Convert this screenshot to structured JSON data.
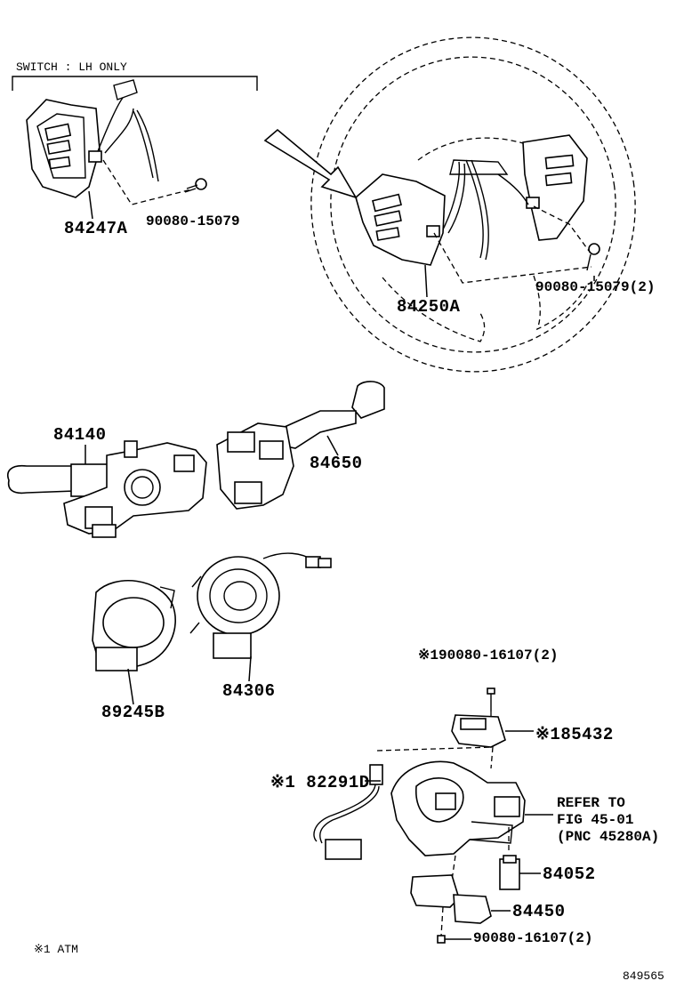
{
  "labels": {
    "switch_note": "SWITCH : LH ONLY",
    "p84247A": "84247A",
    "p90080_15079": "90080-15079",
    "p84250A": "84250A",
    "p90080_15079_2": "90080-15079(2)",
    "p84140": "84140",
    "p84650": "84650",
    "p89245B": "89245B",
    "p84306": "84306",
    "p90080_16107_top": "※190080-16107(2)",
    "p85432": "※185432",
    "p82291D": "※1 82291D",
    "refer_line1": "REFER TO",
    "refer_line2": "FIG 45-01",
    "refer_line3": "(PNC 45280A)",
    "p84052": "84052",
    "p84450": "84450",
    "p90080_16107_bottom": "90080-16107(2)",
    "footnote": "※1 ATM",
    "figure_number": "849565"
  },
  "icons": [
    "steering-wheel-icon",
    "wheel-switch-lh-icon",
    "wheel-switch-rh-icon",
    "screw-icon",
    "turn-signal-switch-icon",
    "wiper-switch-icon",
    "sensor-ring-icon",
    "spiral-cable-icon",
    "ignition-switch-icon",
    "wire-harness-icon"
  ]
}
